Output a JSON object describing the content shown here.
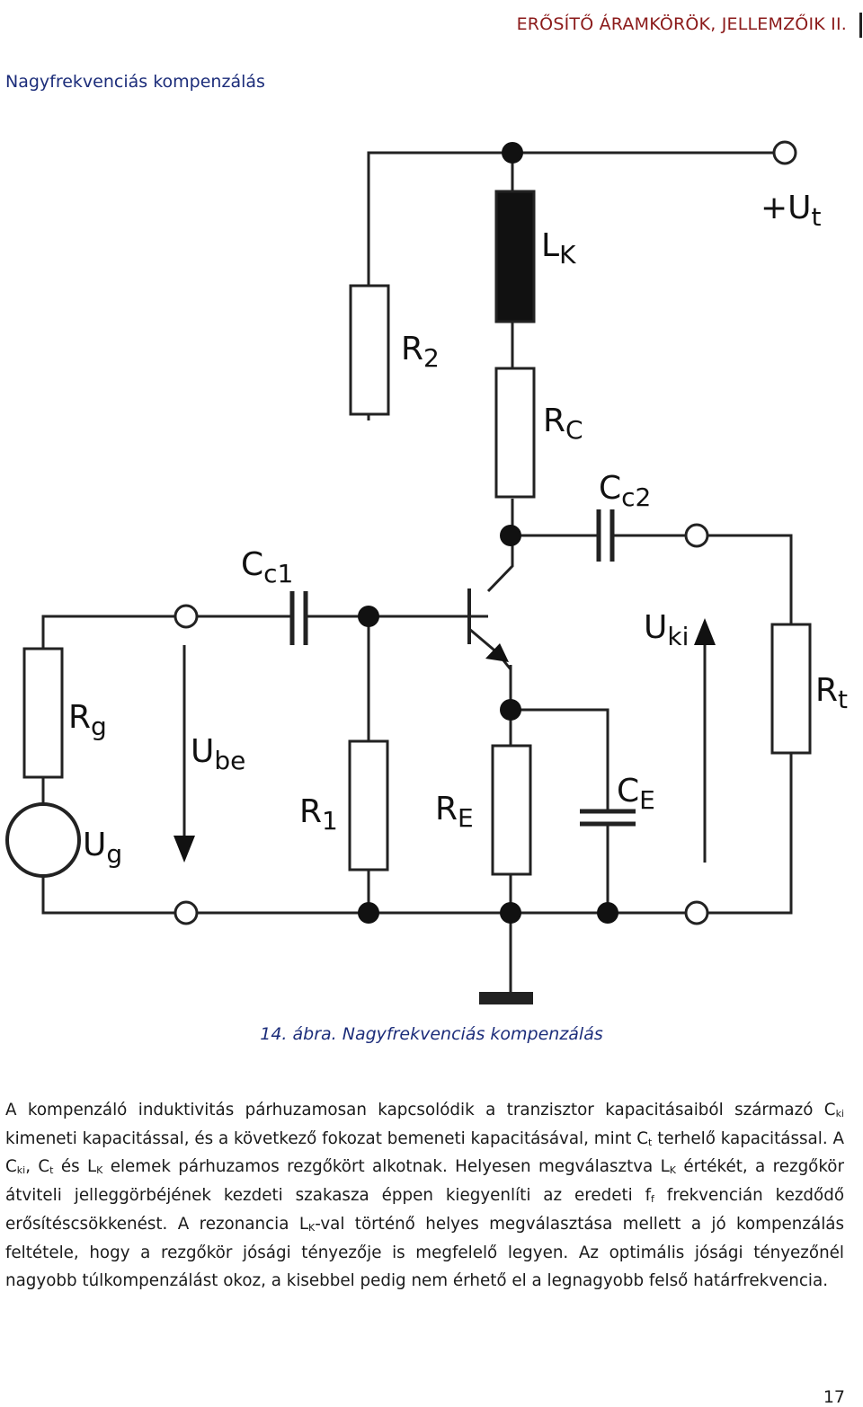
{
  "header": {
    "title": "ERŐSÍTŐ ÁRAMKÖRÖK, JELLEMZŐIK II."
  },
  "section": {
    "title": "Nagyfrekvenciás kompenzálás"
  },
  "figure": {
    "labels": {
      "supply": "+U",
      "supply_sub": "t",
      "lk": "L",
      "lk_sub": "K",
      "r2": "R",
      "r2_sub": "2",
      "rc": "R",
      "rc_sub": "C",
      "cc2": "C",
      "cc2_sub": "c2",
      "cc1": "C",
      "cc1_sub": "c1",
      "uki": "U",
      "uki_sub": "ki",
      "rt": "R",
      "rt_sub": "t",
      "rg": "R",
      "rg_sub": "g",
      "ube": "U",
      "ube_sub": "be",
      "ce": "C",
      "ce_sub": "E",
      "r1": "R",
      "r1_sub": "1",
      "re": "R",
      "re_sub": "E",
      "ug": "U",
      "ug_sub": "g"
    },
    "caption_number": "14. ábra.",
    "caption_text": "Nagyfrekvenciás kompenzálás"
  },
  "paragraph": {
    "t1": "A kompenzáló induktivitás párhuzamosan kapcsolódik a tranzisztor kapacitásaiból származó C",
    "s1": "ki",
    "t2": " kimeneti kapacitással, és a következő fokozat bemeneti kapacitásával, mint C",
    "s2": "t",
    "t3": " terhelő kapacitással. A C",
    "s3": "ki",
    "t4": ", C",
    "s4": "t",
    "t5": " és L",
    "s5": "K",
    "t6": " elemek párhuzamos rezgőkört alkotnak. Helyesen megválasztva L",
    "s6": "K",
    "t7": " értékét, a rezgőkör átviteli jelleggörbéjének kezdeti szakasza éppen kiegyenlíti az eredeti f",
    "s7": "f",
    "t8": " frekvencián kezdődő erősítéscsökkenést. A rezonancia L",
    "s8": "K",
    "t9": "-val történő helyes megválasztása mellett a jó kompenzálás feltétele, hogy a rezgőkör jósági tényezője is megfelelő legyen. Az optimális jósági tényezőnél nagyobb túlkompenzálást okoz, a kisebbel pedig nem érhető el a legnagyobb felső határfrekvencia."
  },
  "page_number": "17"
}
